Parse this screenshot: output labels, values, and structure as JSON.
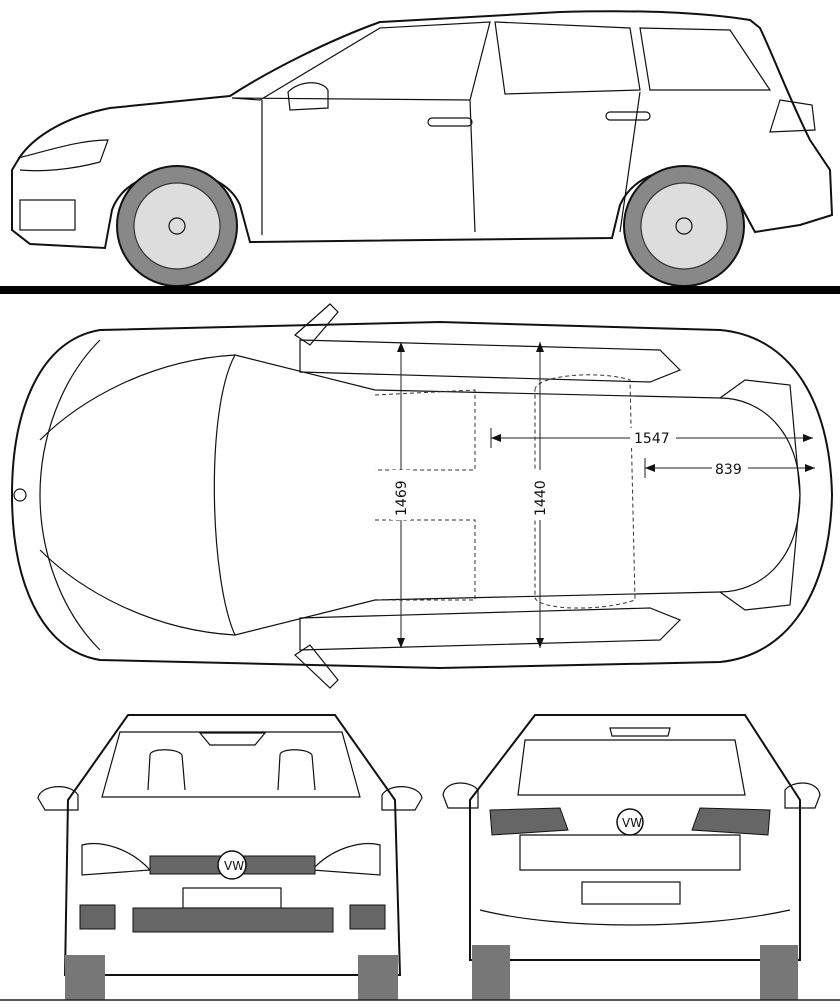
{
  "drawing": {
    "subject": "5-door hatchback car blueprint",
    "views": [
      "side",
      "top",
      "front",
      "rear"
    ],
    "badge": "VW"
  },
  "dimensions": {
    "width_front_seats": "1469",
    "width_rear_seats": "1440",
    "rear_length_long": "1547",
    "rear_length_short": "839"
  },
  "colors": {
    "line": "#111111",
    "tire": "#888888",
    "ground": "#000000",
    "background": "#ffffff"
  }
}
